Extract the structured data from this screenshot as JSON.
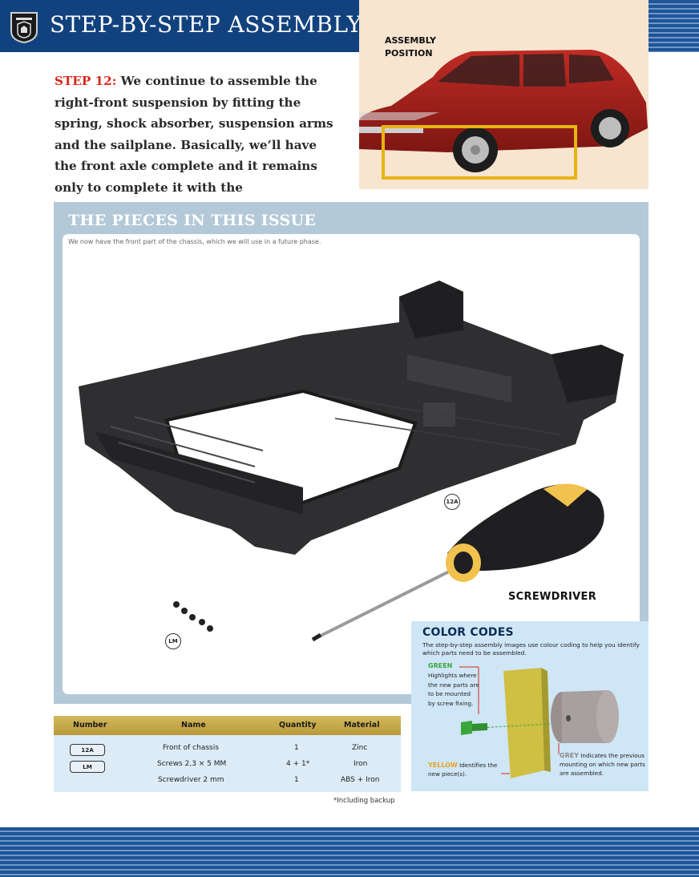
{
  "header": {
    "title": "STEP-BY-STEP ASSEMBLY",
    "logo_icon": "brand-shield-logo"
  },
  "assembly_position": {
    "label": "ASSEMBLY POSITION"
  },
  "step": {
    "label": "STEP 12:",
    "text": " We continue to assemble the right-front suspension by fitting the spring, shock absorber, suspension arms and the sailplane. Basically, we’ll have the front axle complete and it remains only to complete it with the corresponding wheel."
  },
  "pieces": {
    "title": "THE PIECES IN THIS ISSUE",
    "subtitle": "We now have the front part of the chassis, which we will use in a future phase.",
    "screwdriver_label": "SCREWDRIVER",
    "tag_12a": "12A",
    "tag_lm": "LM"
  },
  "color_codes": {
    "title": "COLOR CODES",
    "description": "The step-by-step assembly images use colour coding to help you identify which parts need to be assembled.",
    "green_title": "GREEN",
    "green_desc": "Highlights where the new parts are to be mounted by screw fixing.",
    "yellow_word": "YELLOW",
    "yellow_desc": " Identifies the new piece(s).",
    "grey_word": "GREY",
    "grey_desc": " Indicates the previous mounting on which new parts are assembled.",
    "colors": {
      "green": "#3aa63c",
      "yellow": "#e8a21a",
      "grey": "#8a8a8a"
    }
  },
  "parts_table": {
    "headers": [
      "Number",
      "Name",
      "Quantity",
      "Material"
    ],
    "rows": [
      {
        "number": "12A",
        "name": "Front of chassis",
        "quantity": "1",
        "material": "Zinc"
      },
      {
        "number": "LM",
        "name": "Screws 2,3 × 5 MM",
        "quantity": "4 + 1*",
        "material": "Iron"
      },
      {
        "number": "",
        "name": "Screwdriver 2 mm",
        "quantity": "1",
        "material": "ABS + Iron"
      }
    ],
    "footnote": "*Including backup"
  },
  "colors": {
    "header_blue": "#12427e",
    "step_red": "#d9261c",
    "car_red": "#a8201c",
    "highlight_yellow": "#e7b416"
  }
}
